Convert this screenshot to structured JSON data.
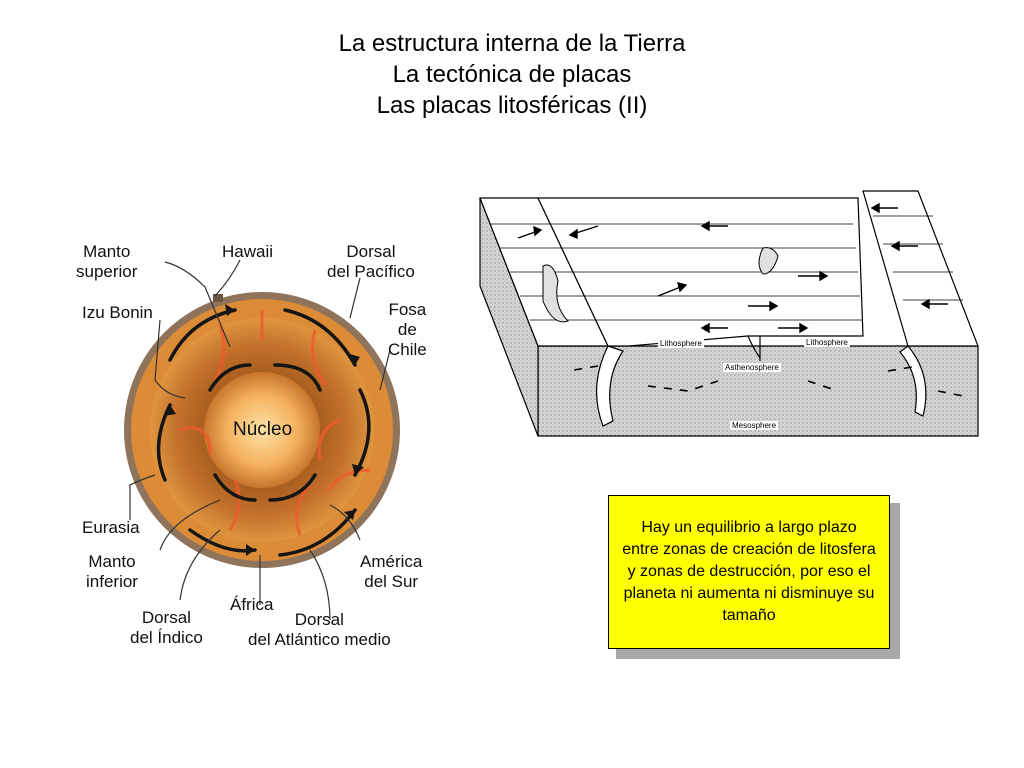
{
  "title": {
    "line1": "La estructura interna de la Tierra",
    "line2": "La tectónica de placas",
    "line3": "Las placas litosféricas (II)"
  },
  "earth_figure": {
    "labels": {
      "manto_superior_1": "Manto",
      "manto_superior_2": "superior",
      "hawaii": "Hawaii",
      "dorsal_pacifico_1": "Dorsal",
      "dorsal_pacifico_2": "del Pacífico",
      "izu_bonin": "Izu Bonin",
      "fosa_chile_1": "Fosa",
      "fosa_chile_2": "de",
      "fosa_chile_3": "Chile",
      "nucleo": "Núcleo",
      "eurasia": "Eurasia",
      "manto_inferior_1": "Manto",
      "manto_inferior_2": "inferior",
      "america_sur_1": "América",
      "america_sur_2": "del Sur",
      "dorsal_indico_1": "Dorsal",
      "dorsal_indico_2": "del Índico",
      "africa": "África",
      "dorsal_atlantico_1": "Dorsal",
      "dorsal_atlantico_2": "del Atlántico medio"
    },
    "colors": {
      "core": "#f6c27a",
      "lower_mantle": "#b86a22",
      "upper_mantle": "#d98a35",
      "crust": "#8a6a4a",
      "arrows": "#1a1a1a",
      "hot_streaks": "#e8462a"
    }
  },
  "block_diagram": {
    "labels": {
      "lithosphere_left": "Lithosphere",
      "lithosphere_right": "Lithosphere",
      "asthenosphere": "Asthenosphere",
      "mesosphere": "Mesosphere"
    }
  },
  "note": {
    "text": "Hay un equilibrio a largo plazo entre zonas de creación de litosfera y zonas de destrucción, por eso el planeta ni aumenta ni disminuye su tamaño",
    "background": "#ffff00"
  }
}
